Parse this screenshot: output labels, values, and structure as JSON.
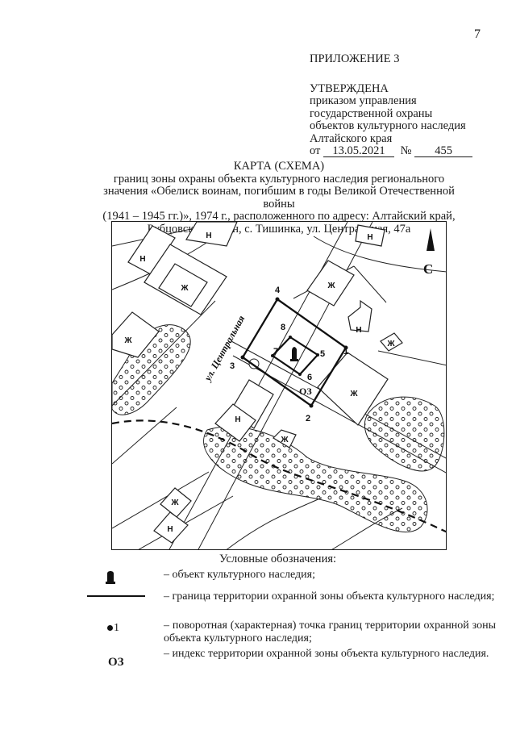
{
  "page_number": "7",
  "approval": {
    "annex": "ПРИЛОЖЕНИЕ 3",
    "approved": "УТВЕРЖДЕНА",
    "lines": [
      "приказом управления",
      "государственной охраны",
      "объектов культурного наследия",
      "Алтайского края"
    ],
    "date_prefix": "от",
    "date": "13.05.2021",
    "number_prefix": "№",
    "number": "455"
  },
  "heading": {
    "title": "КАРТА (СХЕМА)",
    "lines": [
      "границ зоны охраны объекта культурного наследия регионального",
      "значения «Обелиск воинам, погибшим в годы Великой Отечественной войны",
      "(1941 – 1945 гг.)», 1974 г., расположенного по адресу: Алтайский край,",
      "Рубцовский район, с. Тишинка, ул. Центральная, 47а"
    ]
  },
  "map": {
    "north": "С",
    "street": "ул. Центральная",
    "zone_index": "ОЗ",
    "building_labels": [
      "Н",
      "Н",
      "Ж",
      "Ж",
      "Ж",
      "Н",
      "Н",
      "Ж",
      "Ж",
      "Н",
      "Ж",
      "Ж",
      "Н"
    ],
    "points": [
      "1",
      "2",
      "3",
      "4",
      "5",
      "6",
      "7",
      "8"
    ]
  },
  "legend": {
    "title": "Условные обозначения:",
    "point_label": "1",
    "oz_label": "ОЗ",
    "items": [
      "– объект культурного наследия;",
      "– граница территории охранной зоны объекта культурного наследия;",
      "– поворотная (характерная) точка границ территории охранной зоны объекта культурного наследия;",
      "– индекс территории охранной зоны объекта культурного наследия."
    ]
  }
}
